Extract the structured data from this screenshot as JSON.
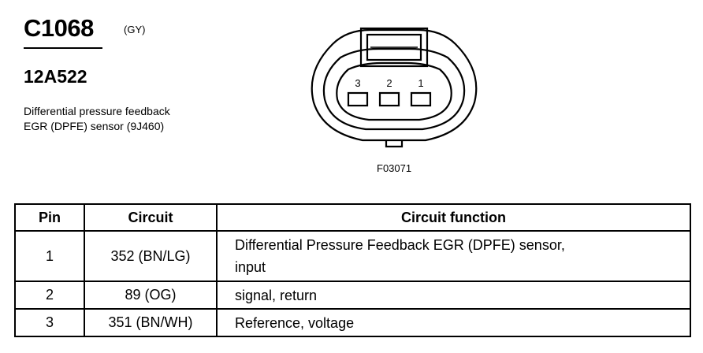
{
  "connector": {
    "id": "C1068",
    "color": "(GY)",
    "part_number": "12A522",
    "description_line1": "Differential pressure feedback",
    "description_line2": "EGR (DPFE) sensor (9J460)"
  },
  "diagram": {
    "pin_labels": [
      "3",
      "2",
      "1"
    ],
    "figure_id": "F03071"
  },
  "table": {
    "headers": {
      "pin": "Pin",
      "circuit": "Circuit",
      "function": "Circuit function"
    },
    "rows": [
      {
        "pin": "1",
        "circuit": "352 (BN/LG)",
        "function_line1": "Differential Pressure Feedback EGR (DPFE) sensor,",
        "function_line2": "input"
      },
      {
        "pin": "2",
        "circuit": "89 (OG)",
        "function_line1": "signal, return"
      },
      {
        "pin": "3",
        "circuit": "351 (BN/WH)",
        "function_line1": "Reference, voltage"
      }
    ]
  }
}
